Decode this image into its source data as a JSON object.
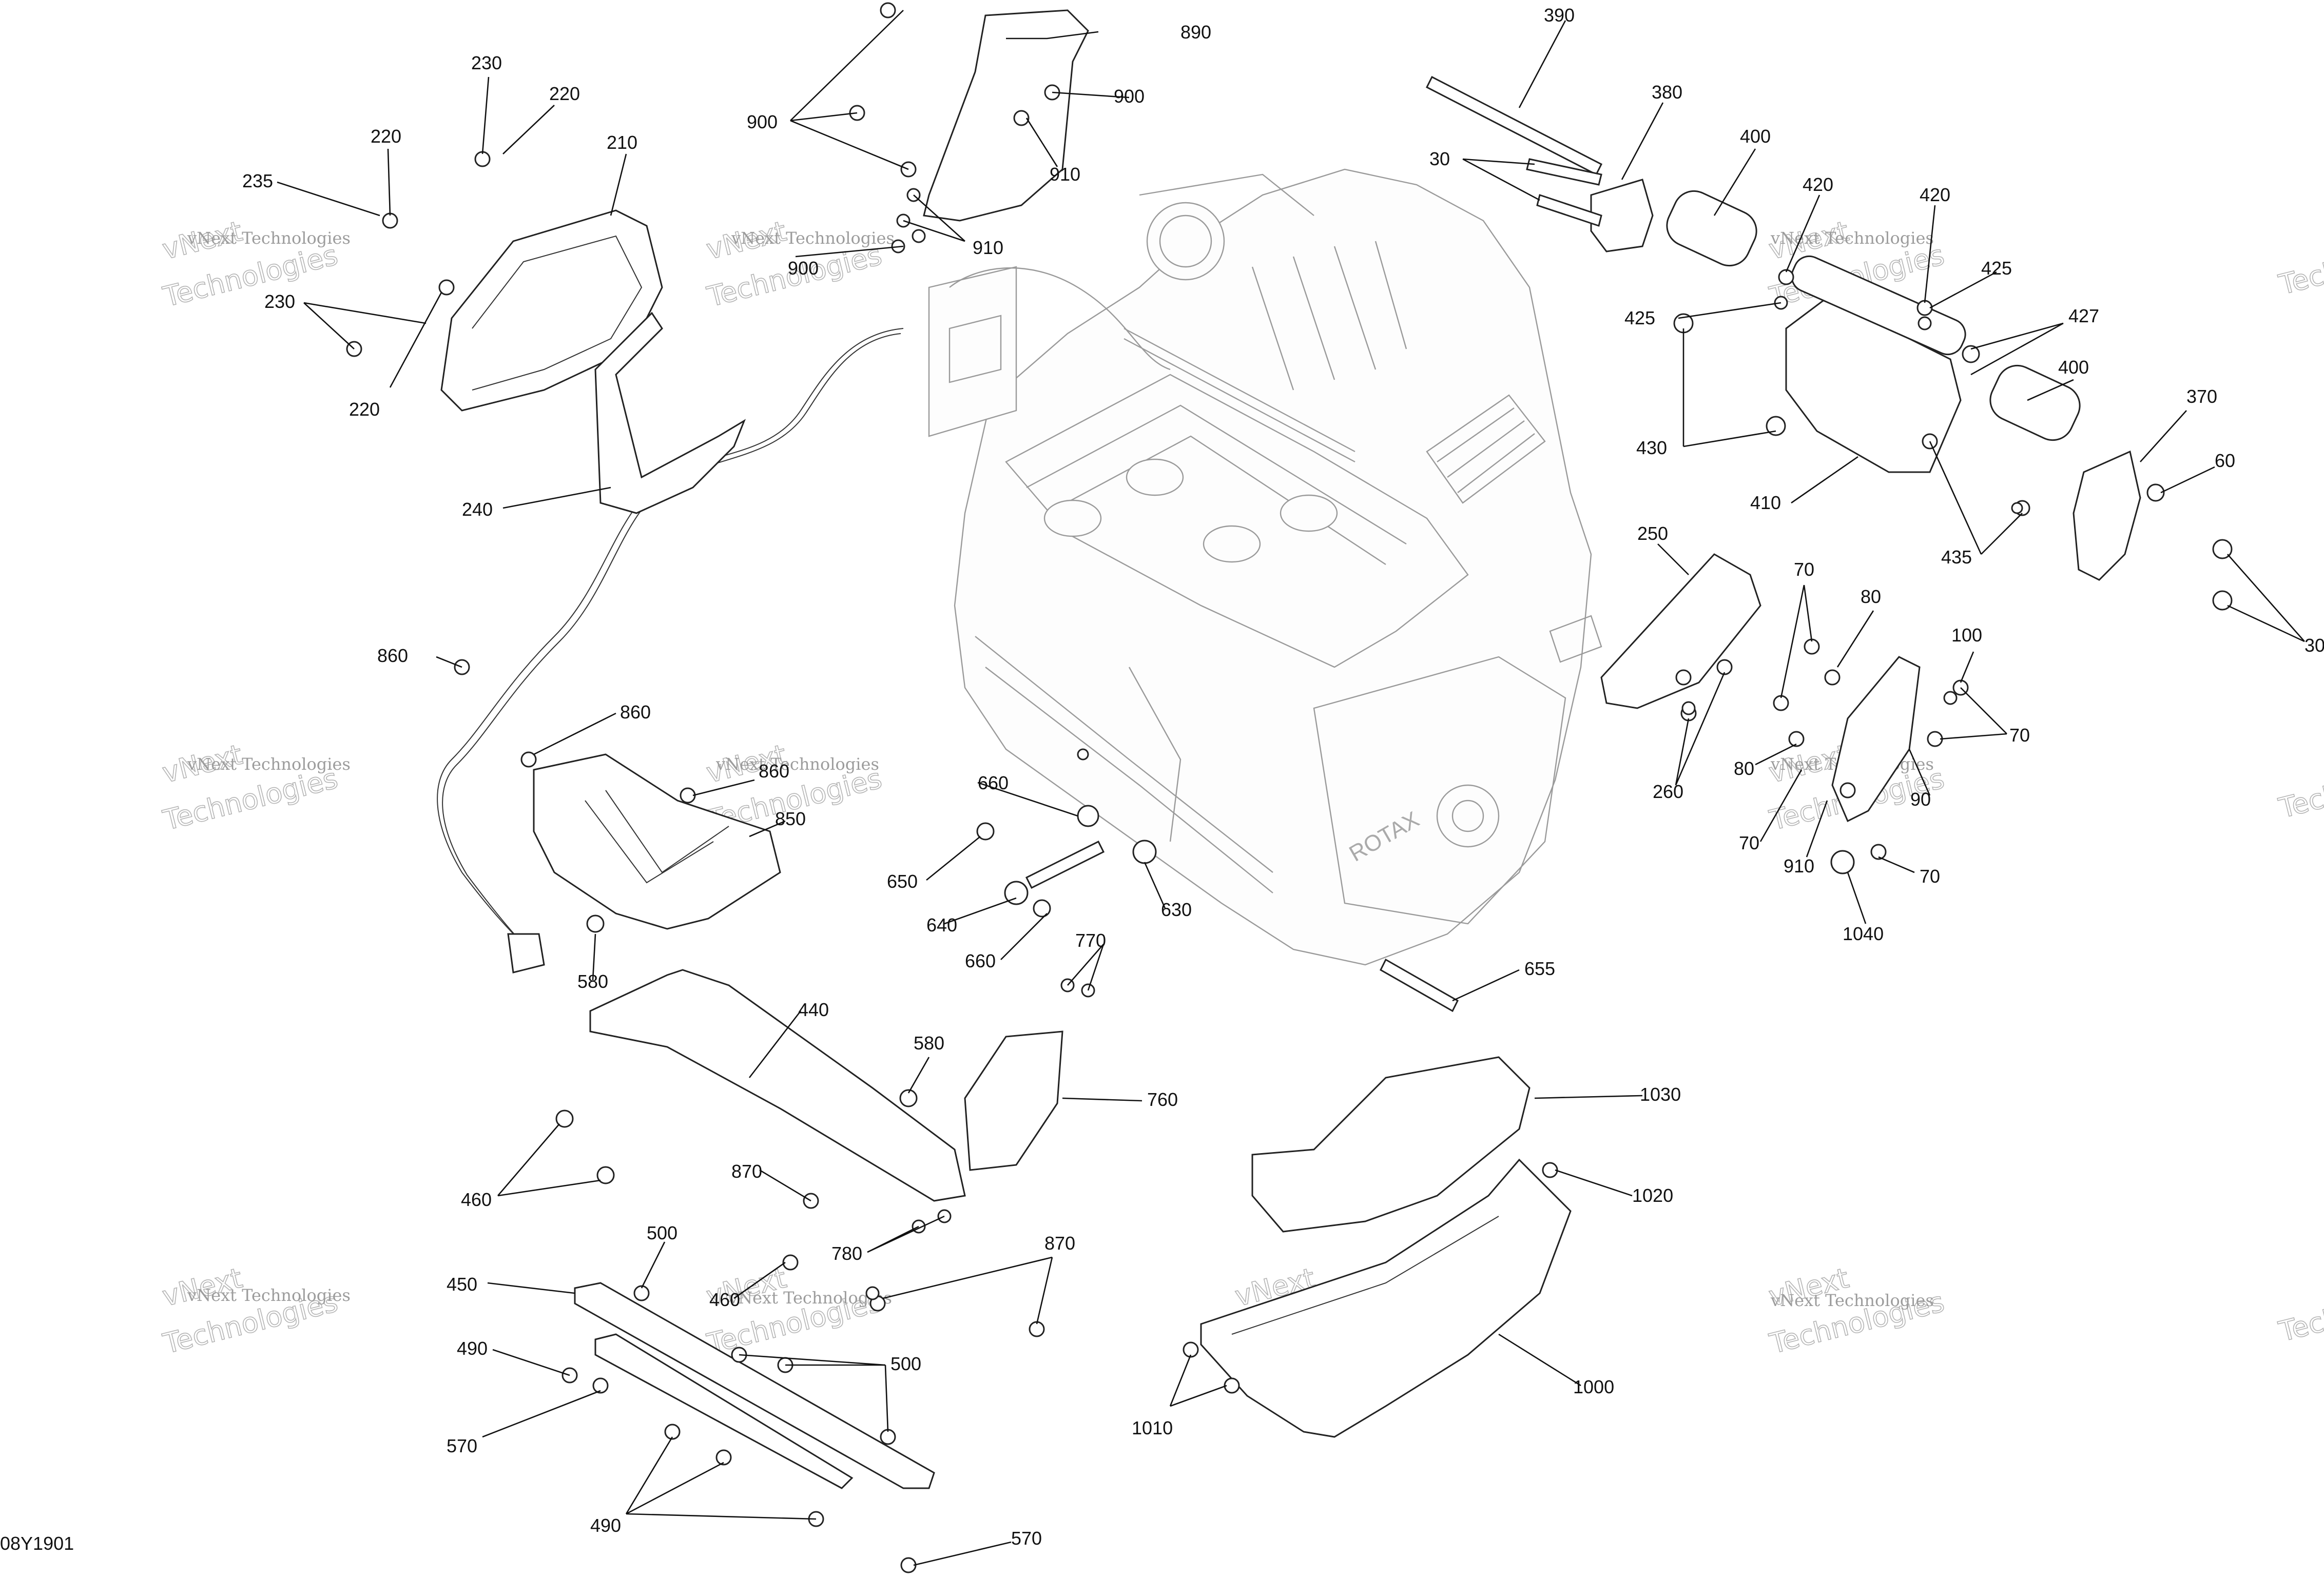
{
  "diagram": {
    "reference_code": "08Y1901",
    "watermark": {
      "line1": "vNext Technologies",
      "line2": "vNext",
      "line3": "Technologies"
    },
    "callouts": [
      {
        "id": "c890",
        "label": "890"
      },
      {
        "id": "c900a",
        "label": "900"
      },
      {
        "id": "c900b",
        "label": "900"
      },
      {
        "id": "c900c",
        "label": "900"
      },
      {
        "id": "c910a",
        "label": "910"
      },
      {
        "id": "c910b",
        "label": "910"
      },
      {
        "id": "c230a",
        "label": "230"
      },
      {
        "id": "c220a",
        "label": "220"
      },
      {
        "id": "c220b",
        "label": "220"
      },
      {
        "id": "c235",
        "label": "235"
      },
      {
        "id": "c210",
        "label": "210"
      },
      {
        "id": "c230b",
        "label": "230"
      },
      {
        "id": "c220c",
        "label": "220"
      },
      {
        "id": "c240",
        "label": "240"
      },
      {
        "id": "c390",
        "label": "390"
      },
      {
        "id": "c380",
        "label": "380"
      },
      {
        "id": "c400a",
        "label": "400"
      },
      {
        "id": "c30a",
        "label": "30"
      },
      {
        "id": "c420a",
        "label": "420"
      },
      {
        "id": "c420b",
        "label": "420"
      },
      {
        "id": "c425a",
        "label": "425"
      },
      {
        "id": "c425b",
        "label": "425"
      },
      {
        "id": "c427",
        "label": "427"
      },
      {
        "id": "c400b",
        "label": "400"
      },
      {
        "id": "c370",
        "label": "370"
      },
      {
        "id": "c60",
        "label": "60"
      },
      {
        "id": "c430",
        "label": "430"
      },
      {
        "id": "c410",
        "label": "410"
      },
      {
        "id": "c435",
        "label": "435"
      },
      {
        "id": "c30b",
        "label": "30"
      },
      {
        "id": "c250",
        "label": "250"
      },
      {
        "id": "c70a",
        "label": "70"
      },
      {
        "id": "c80a",
        "label": "80"
      },
      {
        "id": "c100",
        "label": "100"
      },
      {
        "id": "c70b",
        "label": "70"
      },
      {
        "id": "c80b",
        "label": "80"
      },
      {
        "id": "c90",
        "label": "90"
      },
      {
        "id": "c70c",
        "label": "70"
      },
      {
        "id": "c910c",
        "label": "910"
      },
      {
        "id": "c70d",
        "label": "70"
      },
      {
        "id": "c1040",
        "label": "1040"
      },
      {
        "id": "c260",
        "label": "260"
      },
      {
        "id": "c860a",
        "label": "860"
      },
      {
        "id": "c860b",
        "label": "860"
      },
      {
        "id": "c860c",
        "label": "860"
      },
      {
        "id": "c850",
        "label": "850"
      },
      {
        "id": "c580a",
        "label": "580"
      },
      {
        "id": "c660a",
        "label": "660"
      },
      {
        "id": "c650",
        "label": "650"
      },
      {
        "id": "c640",
        "label": "640"
      },
      {
        "id": "c630",
        "label": "630"
      },
      {
        "id": "c660b",
        "label": "660"
      },
      {
        "id": "c770",
        "label": "770"
      },
      {
        "id": "c655",
        "label": "655"
      },
      {
        "id": "c440",
        "label": "440"
      },
      {
        "id": "c580b",
        "label": "580"
      },
      {
        "id": "c760",
        "label": "760"
      },
      {
        "id": "c460a",
        "label": "460"
      },
      {
        "id": "c870a",
        "label": "870"
      },
      {
        "id": "c780",
        "label": "780"
      },
      {
        "id": "c870b",
        "label": "870"
      },
      {
        "id": "c500a",
        "label": "500"
      },
      {
        "id": "c450",
        "label": "450"
      },
      {
        "id": "c460b",
        "label": "460"
      },
      {
        "id": "c500b",
        "label": "500"
      },
      {
        "id": "c490a",
        "label": "490"
      },
      {
        "id": "c570a",
        "label": "570"
      },
      {
        "id": "c490b",
        "label": "490"
      },
      {
        "id": "c570b",
        "label": "570"
      },
      {
        "id": "c1030",
        "label": "1030"
      },
      {
        "id": "c1020",
        "label": "1020"
      },
      {
        "id": "c1000",
        "label": "1000"
      },
      {
        "id": "c1010",
        "label": "1010"
      }
    ]
  }
}
